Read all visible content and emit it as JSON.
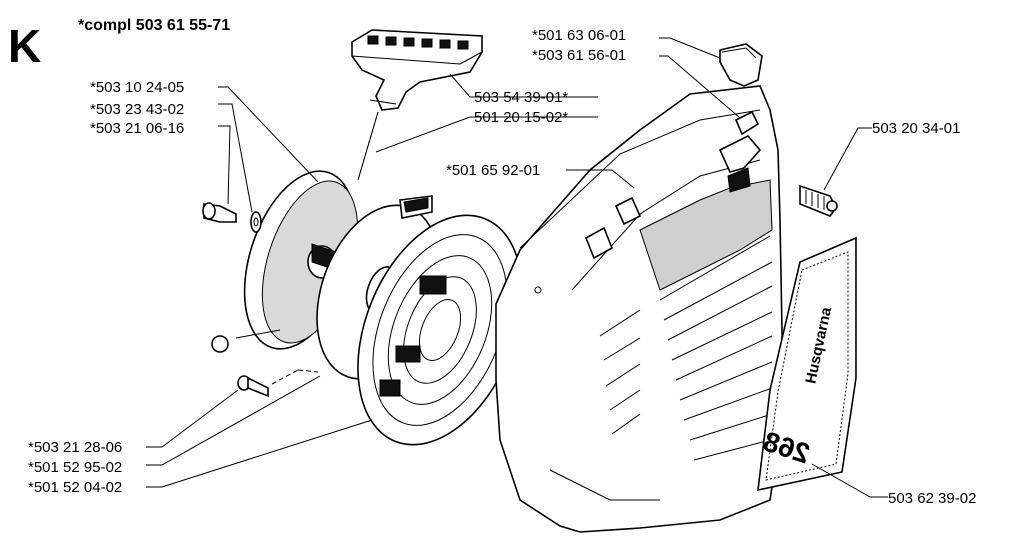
{
  "section_letter": "K",
  "assembly_label": "*compl 503 61 55-71",
  "part_numbers": {
    "p1": "*503 10 24-05",
    "p2": "*503 23 43-02",
    "p3": "*503 21 06-16",
    "p4": "503 54 39-01*",
    "p5": "501 20 15-02*",
    "p6": "*501 63 06-01",
    "p7": "*503 61 56-01",
    "p8": "503 20 34-01",
    "p9": "*501 65 92-01",
    "p10": "*503 21 28-06",
    "p11": "*501 52 95-02",
    "p12": "*501 52 04-02",
    "p13": "503 62 39-02"
  },
  "decal": {
    "model": "268",
    "brand": "Husqvarna"
  }
}
